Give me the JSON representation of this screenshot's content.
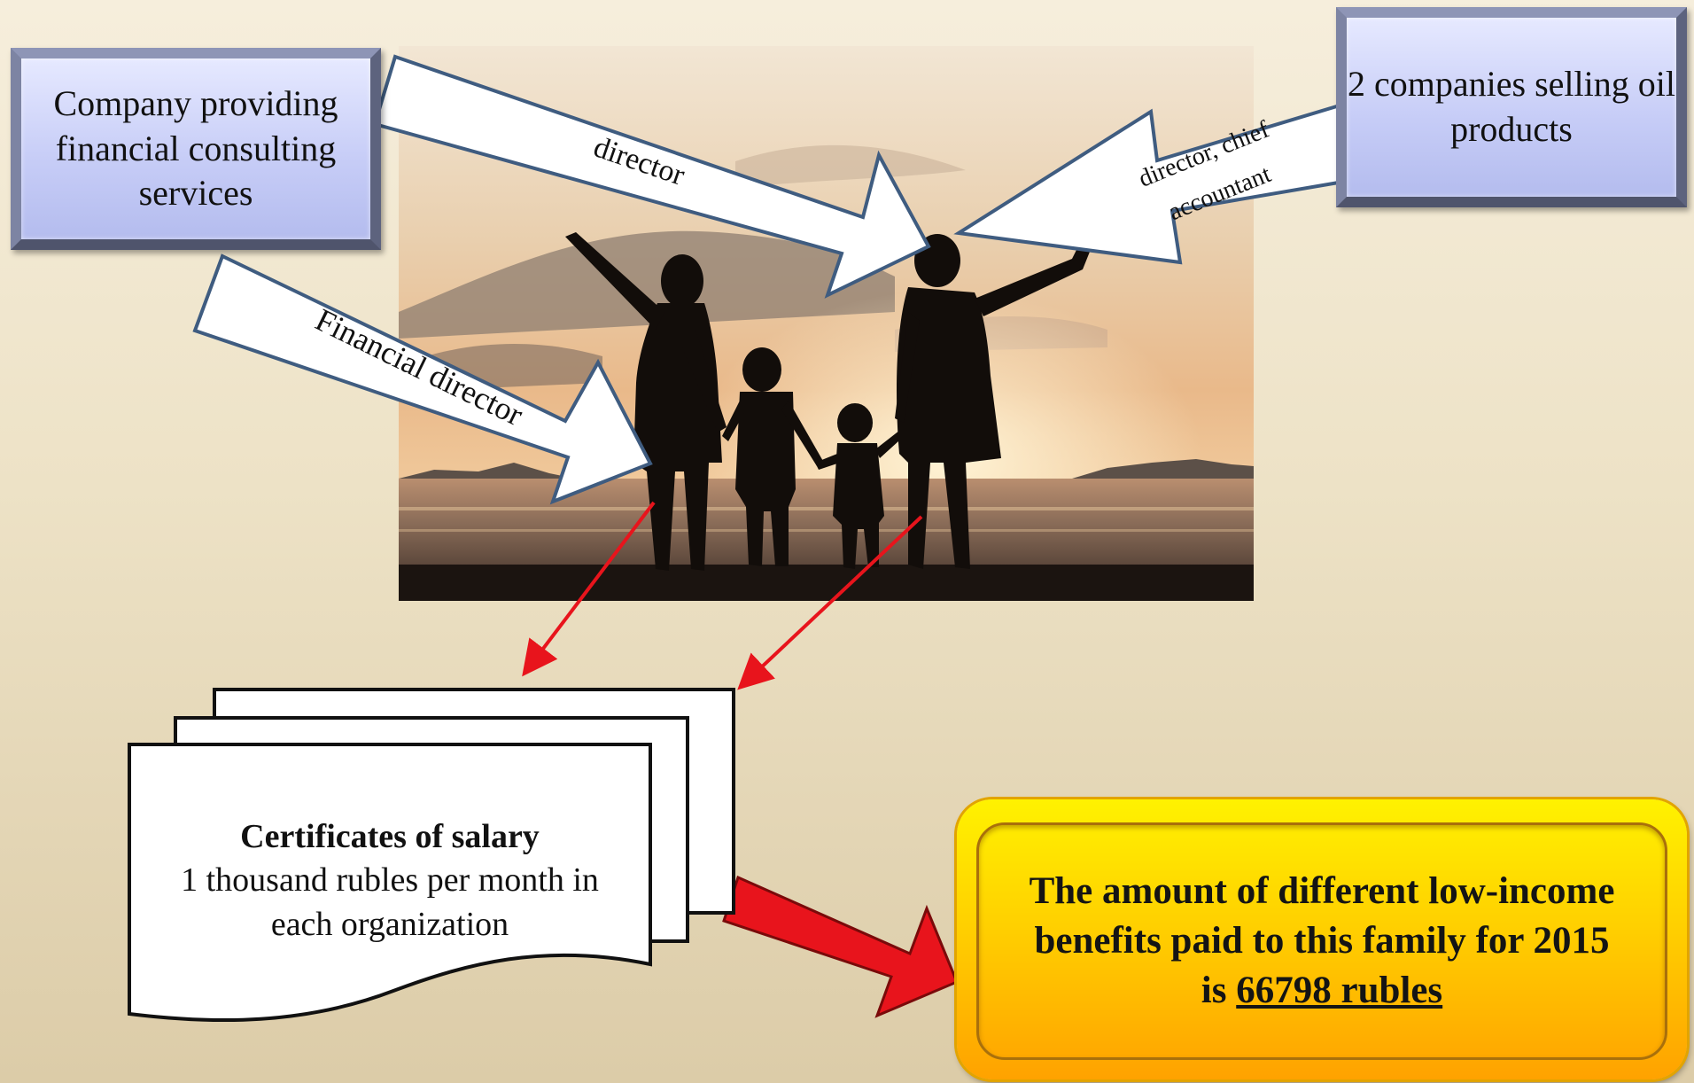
{
  "boxes": {
    "left_company": "Company providing financial consulting services",
    "right_company": "2 companies selling oil products"
  },
  "arrows": {
    "director": "director",
    "financial_director": "Financial director",
    "director_chief_line1": "director, chief",
    "director_chief_line2": "accountant"
  },
  "certificates": {
    "title": "Certificates of salary",
    "line1": "1 thousand rubles per month in",
    "line2": "each organization"
  },
  "result": {
    "line1": "The amount of different low-income",
    "line2": "benefits paid to this family for 2015",
    "prefix": "is ",
    "amount": "66798 rubles"
  },
  "colors": {
    "box_fill": "#c7cdf7",
    "result_fill": "#ffd000",
    "connector_red": "#e8141c"
  }
}
